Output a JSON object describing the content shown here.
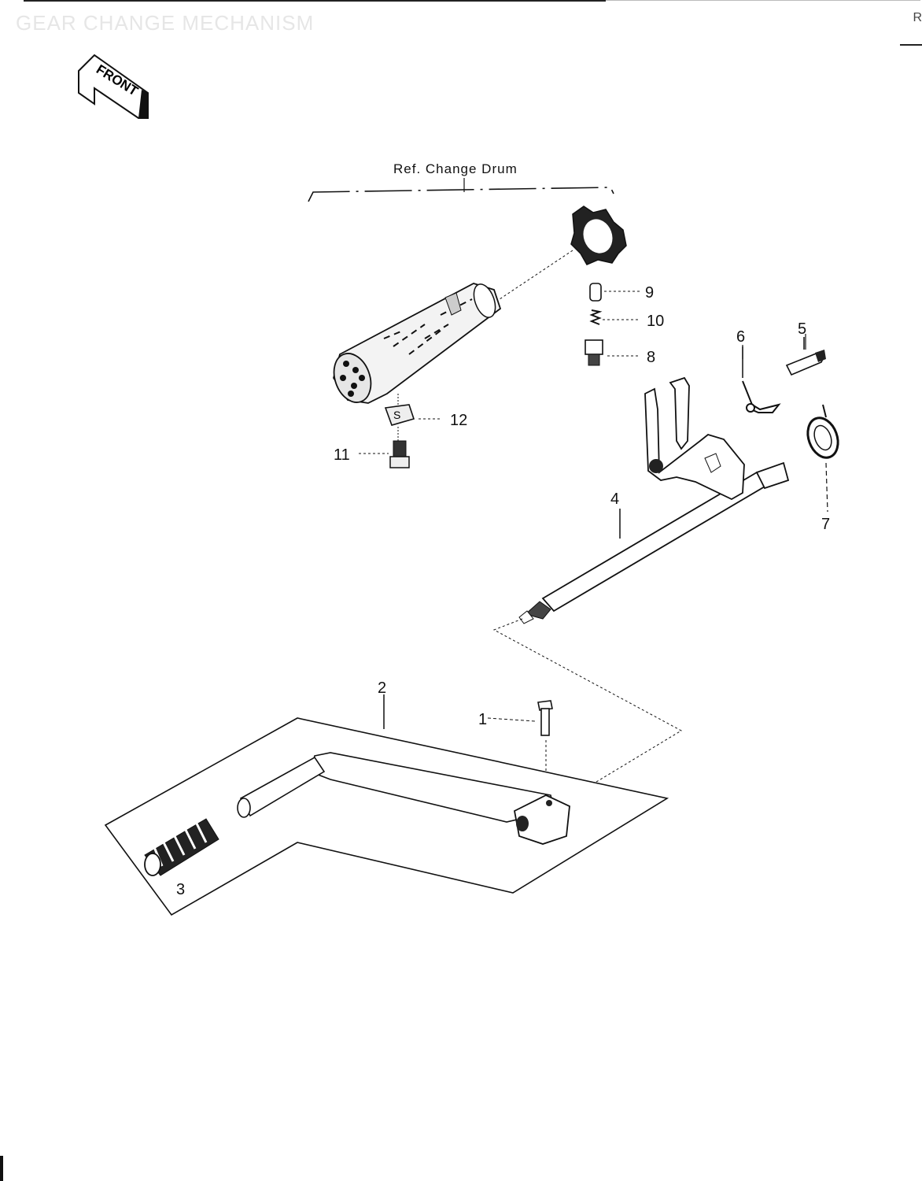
{
  "header": {
    "title": "GEAR CHANGE MECHANISM",
    "page_ref": "R"
  },
  "front_arrow": {
    "label": "FRONT"
  },
  "diagram": {
    "ref_label": "Ref. Change Drum",
    "callouts": {
      "c1": "1",
      "c2": "2",
      "c3": "3",
      "c4": "4",
      "c5": "5",
      "c6": "6",
      "c7": "7",
      "c8": "8",
      "c9": "9",
      "c10": "10",
      "c11": "11",
      "c12": "12"
    }
  }
}
